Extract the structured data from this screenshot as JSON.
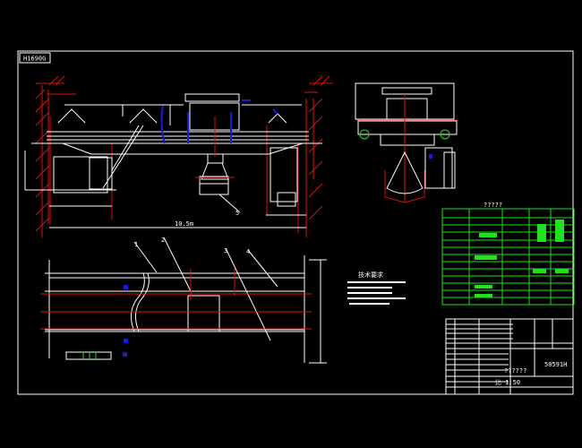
{
  "drawing": {
    "code_label": "H1690G",
    "span_dimension": "10.5m",
    "part_labels": [
      "1",
      "2",
      "3",
      "4",
      "5"
    ],
    "table_title": "?????",
    "notes_heading": "技术要求",
    "notes": [
      "1.",
      "2.",
      "3.",
      "4.",
      "5."
    ],
    "drawing_number": "50591H",
    "title_block_name": "??????",
    "title_block_scale": "比 1:50",
    "colors": {
      "background": "#000000",
      "lines": "#ffffff",
      "centerlines": "#e01010",
      "highlights": "#1b1bd0",
      "table": "#20e020"
    }
  }
}
